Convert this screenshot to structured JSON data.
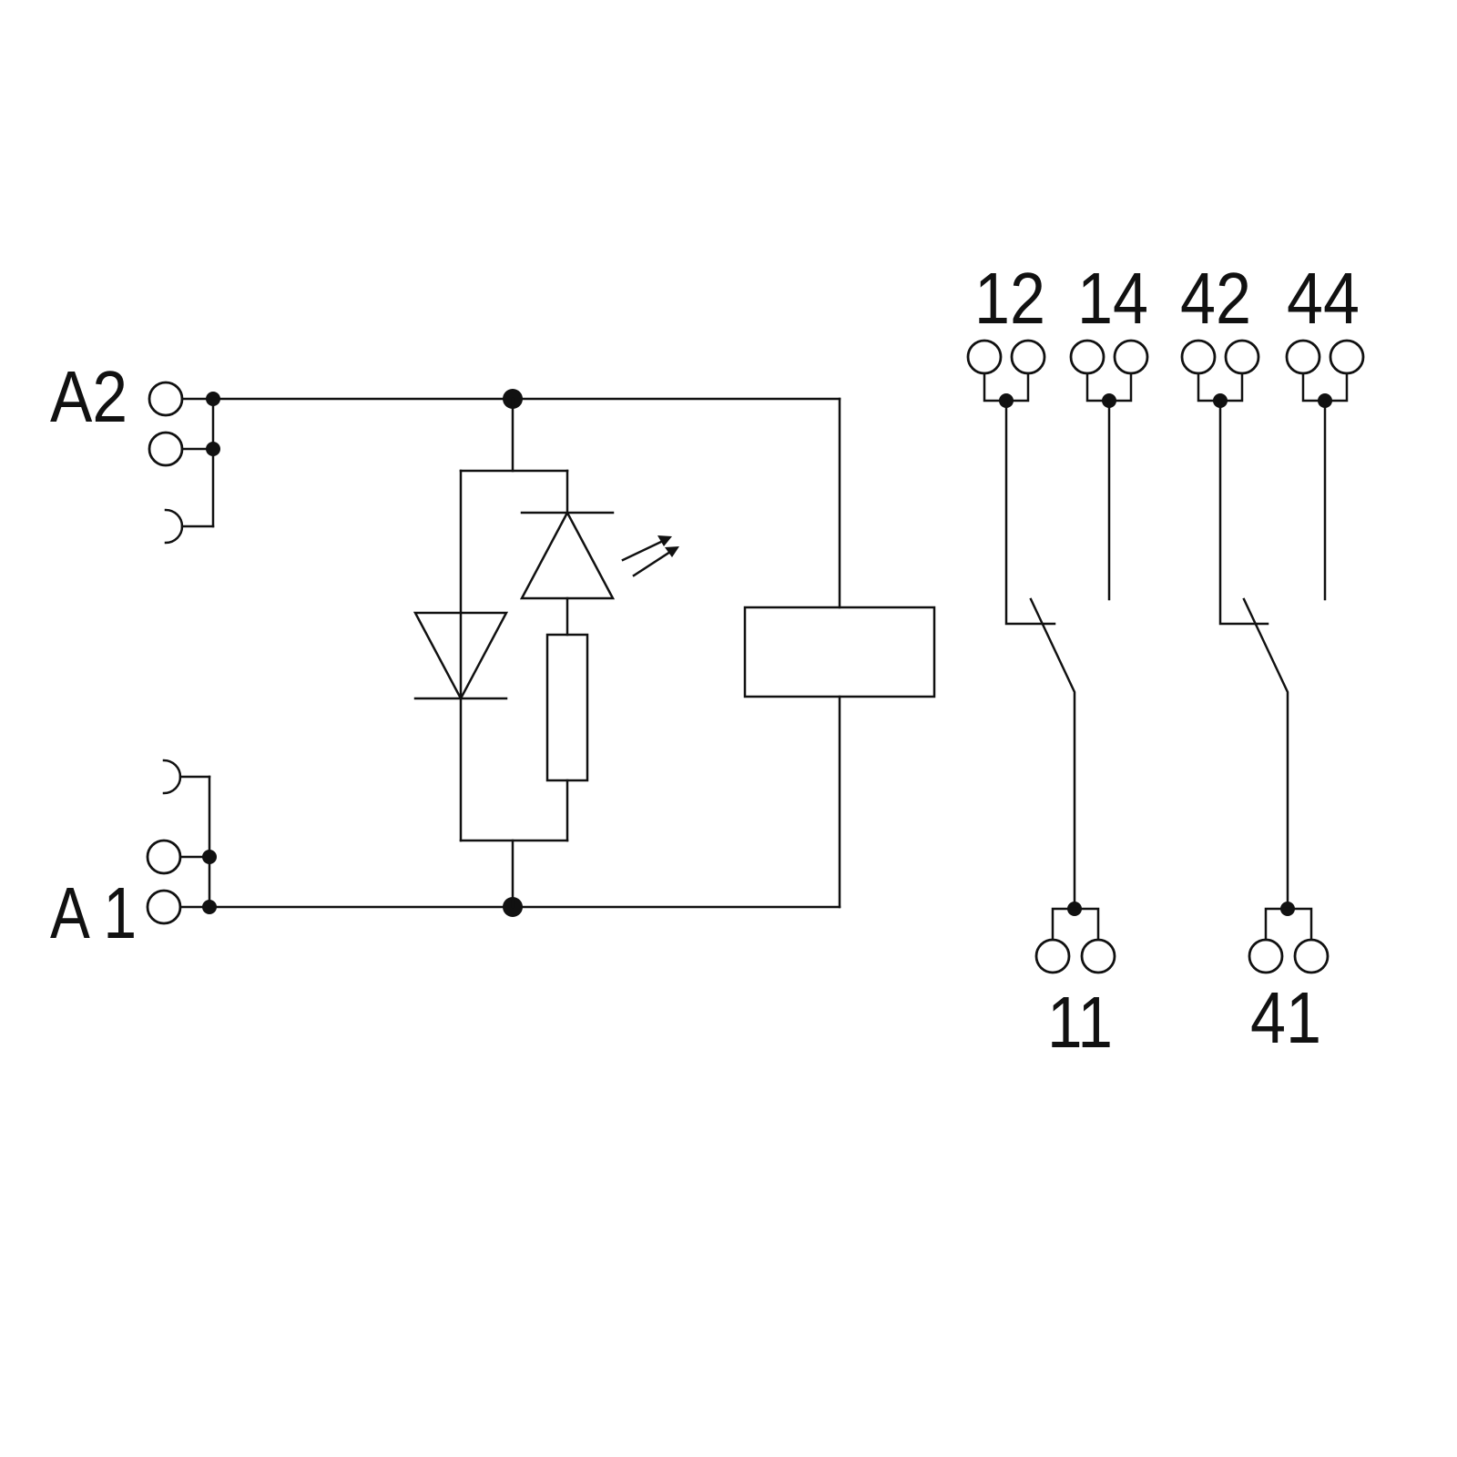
{
  "terminals": {
    "a2": "A2",
    "a1": "A 1",
    "t12": "12",
    "t14": "14",
    "t42": "42",
    "t44": "44",
    "t11": "11",
    "t41": "41"
  },
  "colors": {
    "line": "#111111",
    "background": "#ffffff"
  }
}
